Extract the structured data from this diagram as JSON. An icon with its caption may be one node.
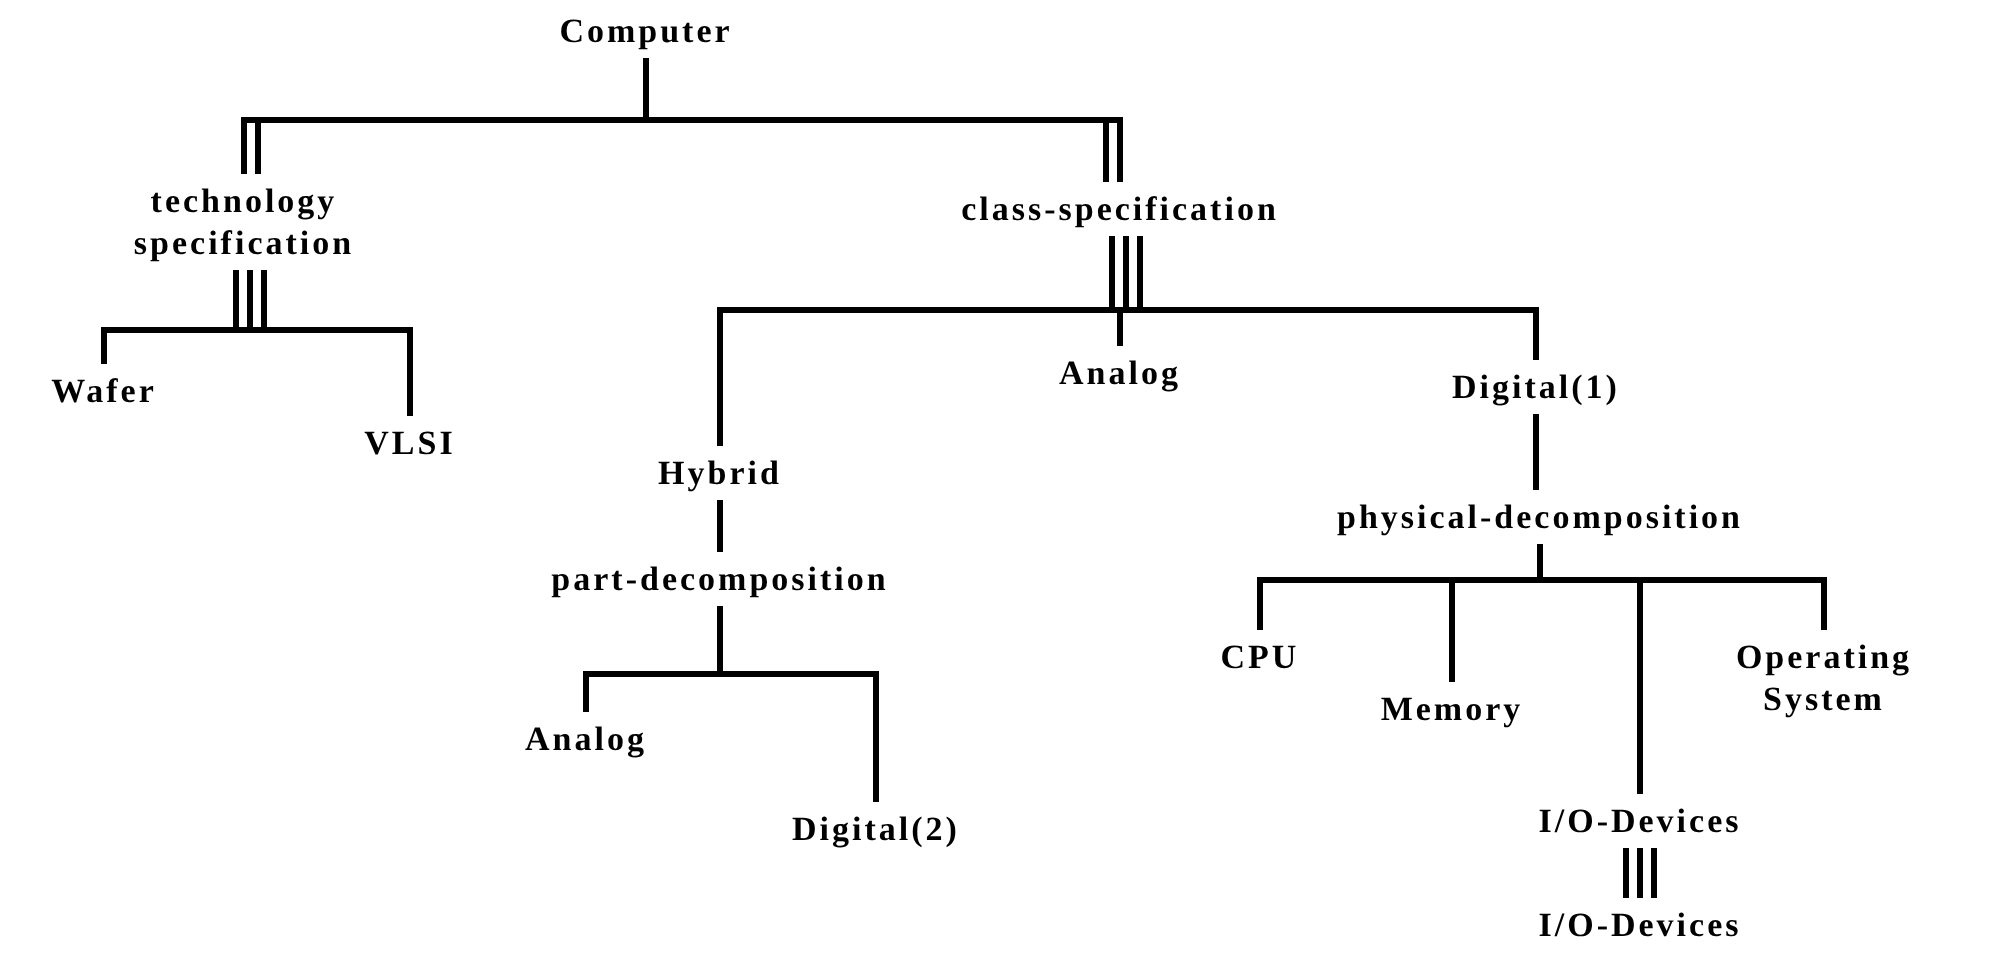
{
  "diagram": {
    "nodes": [
      {
        "text": [
          "Computer"
        ]
      },
      {
        "text": [
          "technology specification"
        ]
      },
      {
        "text": [
          "class-specification"
        ]
      },
      {
        "text": [
          "Wafer"
        ]
      },
      {
        "text": [
          "VLSI"
        ]
      },
      {
        "text": [
          "Hybrid"
        ]
      },
      {
        "text": [
          "Analog"
        ]
      },
      {
        "text": [
          "Digital(1)"
        ]
      },
      {
        "text": [
          "part-decomposition"
        ]
      },
      {
        "text": [
          "physical-decomposition"
        ]
      },
      {
        "text": [
          "Analog"
        ]
      },
      {
        "text": [
          "Digital(2)"
        ]
      },
      {
        "text": [
          "CPU"
        ]
      },
      {
        "text": [
          "Memory"
        ]
      },
      {
        "text": [
          "Operating System"
        ]
      },
      {
        "text": [
          "I/O-Devices"
        ]
      },
      {
        "text": [
          "I/O-Devices"
        ]
      }
    ],
    "edges": [
      {
        "from": 0,
        "to": 1,
        "arrow": "none"
      },
      {
        "from": 0,
        "to": 2,
        "arrow": "none"
      },
      {
        "from": 1,
        "to": 3,
        "arrow": "none"
      },
      {
        "from": 1,
        "to": 4,
        "arrow": "none"
      },
      {
        "from": 2,
        "to": 5,
        "arrow": "none"
      },
      {
        "from": 2,
        "to": 6,
        "arrow": "none"
      },
      {
        "from": 2,
        "to": 7,
        "arrow": "none"
      },
      {
        "from": 5,
        "to": 8,
        "arrow": "none"
      },
      {
        "from": 8,
        "to": 10,
        "arrow": "none"
      },
      {
        "from": 8,
        "to": 11,
        "arrow": "none"
      },
      {
        "from": 7,
        "to": 9,
        "arrow": "none"
      },
      {
        "from": 9,
        "to": 12,
        "arrow": "none"
      },
      {
        "from": 9,
        "to": 13,
        "arrow": "none"
      },
      {
        "from": 9,
        "to": 15,
        "arrow": "none"
      },
      {
        "from": 9,
        "to": 14,
        "arrow": "none"
      },
      {
        "from": 15,
        "to": 16,
        "arrow": "none"
      }
    ]
  }
}
